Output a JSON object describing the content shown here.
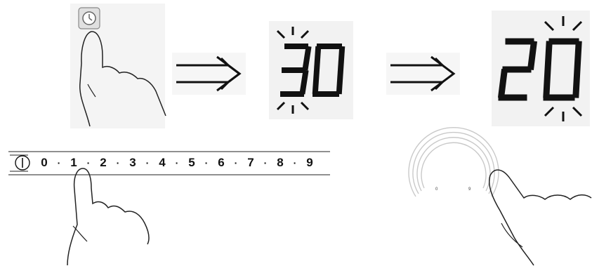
{
  "timer_panel": {
    "icon": "clock-icon"
  },
  "display_first": {
    "value": "30"
  },
  "display_second": {
    "value": "20"
  },
  "arrows": {
    "icon": "double-arrow-right-icon"
  },
  "power_slider": {
    "power_icon": "power-icon",
    "levels": [
      "0",
      "1",
      "2",
      "3",
      "4",
      "5",
      "6",
      "7",
      "8",
      "9"
    ],
    "separator": "·",
    "touched_level": "1"
  },
  "dial": {
    "min_label": "0",
    "max_label": "9"
  }
}
